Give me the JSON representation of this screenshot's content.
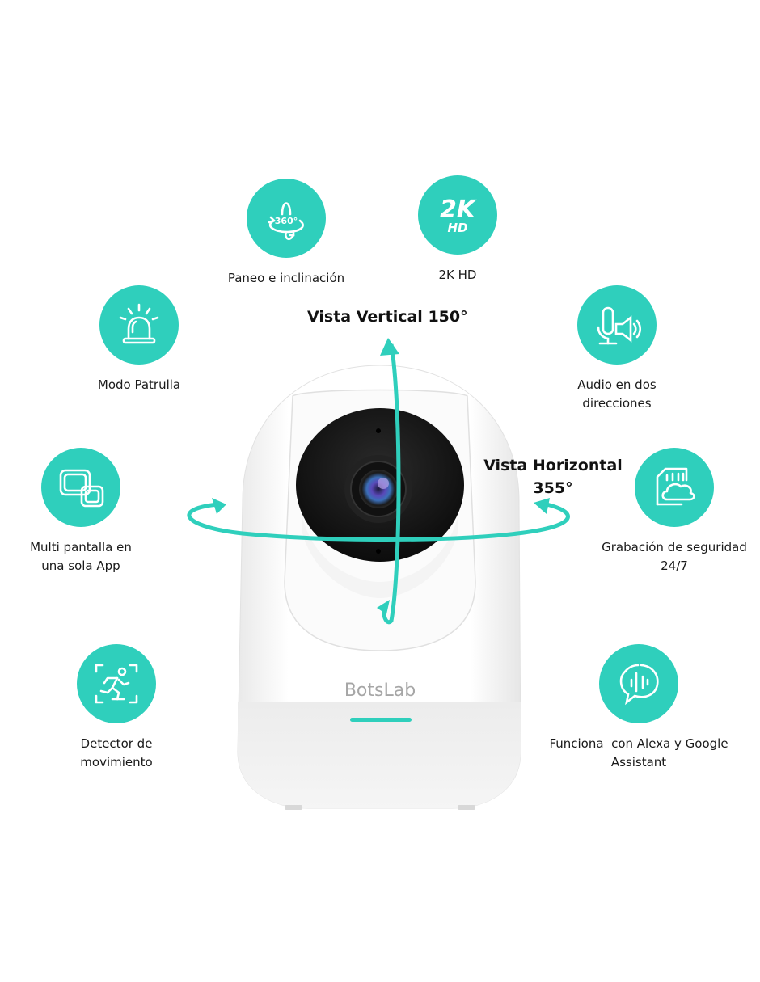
{
  "product": {
    "brand_logo": "BotsLab",
    "accent_color": "#2fcfbc"
  },
  "callouts": {
    "vertical": "Vista Vertical 150°",
    "horizontal_line1": "Vista Horizontal",
    "horizontal_line2": "355°"
  },
  "features": [
    {
      "icon": "pan-tilt-360-icon",
      "icon_text": "360°",
      "label_lines": [
        "Paneo e inclinación"
      ]
    },
    {
      "icon": "2k-hd-icon",
      "icon_text": "2K",
      "icon_subtext": "HD",
      "label_lines": [
        "2K HD"
      ]
    },
    {
      "icon": "siren-icon",
      "label_lines": [
        "Modo Patrulla"
      ]
    },
    {
      "icon": "two-way-audio-icon",
      "label_lines": [
        "Audio en dos",
        "direcciones"
      ]
    },
    {
      "icon": "multi-screen-icon",
      "label_lines": [
        "Multi pantalla en",
        "una sola App"
      ]
    },
    {
      "icon": "sd-cloud-icon",
      "label_lines": [
        "Grabación de seguridad",
        "24/7"
      ]
    },
    {
      "icon": "motion-detection-icon",
      "label_lines": [
        "Detector de",
        "movimiento"
      ]
    },
    {
      "icon": "voice-assistant-icon",
      "label_lines": [
        "Funciona  con Alexa y Google",
        "Assistant"
      ]
    }
  ]
}
